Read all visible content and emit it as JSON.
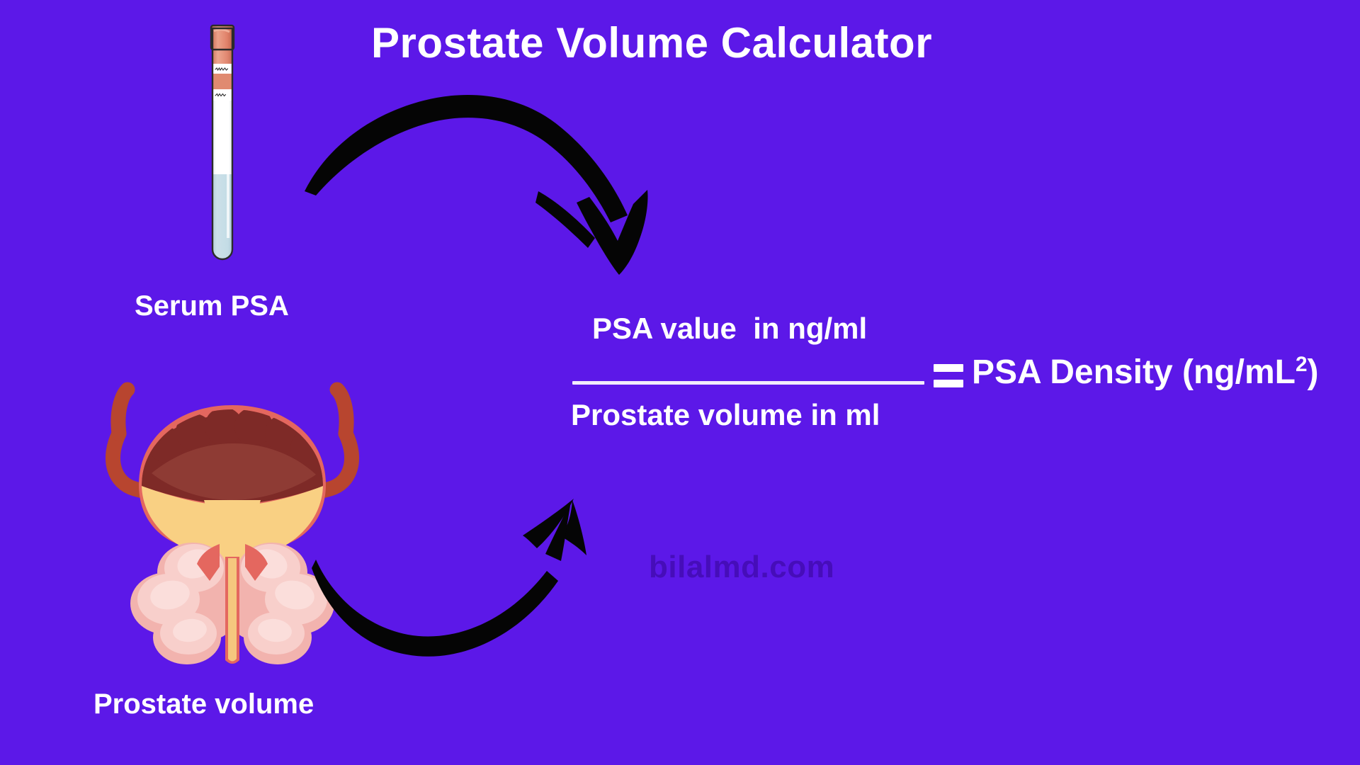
{
  "background_color": "#5C18E8",
  "title": "Prostate Volume Calculator",
  "labels": {
    "serum_psa": "Serum PSA",
    "prostate_volume": "Prostate volume"
  },
  "equation": {
    "numerator": "PSA value  in ng/ml",
    "denominator": "Prostate volume in ml",
    "equals_sign": "=",
    "result": "PSA Density (ng/mL",
    "result_superscript": "2",
    "result_close": ")",
    "text_color": "#FFFFFF",
    "bar_color": "#F2ECFB"
  },
  "watermark": "bilalmd.com",
  "illustrations": {
    "test_tube": {
      "name": "serum-psa-test-tube",
      "cap_color": "#E0826A",
      "cap_dark_color": "#C96A52",
      "glass_color": "#FFFFFF",
      "liquid_color": "#C3DCE6",
      "label_color": "#FFFFFF",
      "label_scribble_color": "#2B2B2B",
      "outline_color": "#2B2B2B"
    },
    "prostate": {
      "name": "bladder-prostate-anatomy",
      "ureter_color": "#B8452F",
      "bladder_wall_color": "#E4675F",
      "bladder_wall_shadow": "#D4564E",
      "mucosa_color": "#7E2A27",
      "mucosa_light_color": "#8E3B34",
      "urine_color": "#F9D083",
      "urine_light_color": "#FBDC9E",
      "prostate_color": "#F2B3AE",
      "prostate_light_color": "#F8CFCB",
      "prostate_highlight_color": "#FBDEDB",
      "urethra_color": "#F5C77E"
    },
    "arrows": {
      "top": "curved-arrow-down-right",
      "bottom": "curved-arrow-up-right",
      "color": "#050505"
    }
  }
}
